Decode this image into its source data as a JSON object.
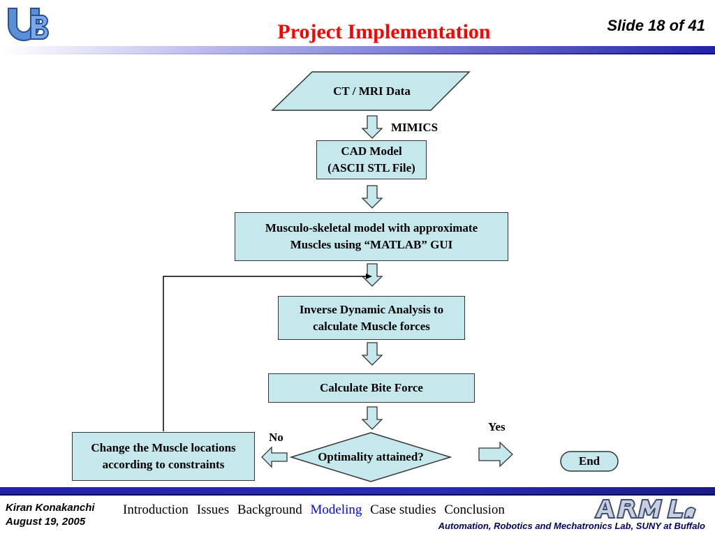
{
  "header": {
    "title": "Project Implementation",
    "slide_number": "Slide 18 of 41"
  },
  "flowchart": {
    "input": "CT / MRI Data",
    "tool_label": "MIMICS",
    "cad_model": [
      "CAD Model",
      "(ASCII STL File)"
    ],
    "musculo_model": [
      "Musculo-skeletal model with approximate",
      "Muscles using “MATLAB” GUI"
    ],
    "inverse_dynamics": [
      "Inverse Dynamic Analysis to",
      "calculate Muscle forces"
    ],
    "bite_force": "Calculate Bite Force",
    "decision": "Optimality attained?",
    "no_label": "No",
    "yes_label": "Yes",
    "change_muscles": [
      "Change the Muscle locations",
      "according to constraints"
    ],
    "end": "End"
  },
  "footer": {
    "author": "Kiran Konakanchi",
    "date": "August 19, 2005",
    "nav": [
      {
        "label": "Introduction",
        "active": false
      },
      {
        "label": "Issues",
        "active": false
      },
      {
        "label": "Background",
        "active": false
      },
      {
        "label": "Modeling",
        "active": true
      },
      {
        "label": "Case studies",
        "active": false
      },
      {
        "label": "Conclusion",
        "active": false
      }
    ],
    "lab_name": "Automation, Robotics and Mechatronics Lab, SUNY at Buffalo"
  },
  "colors": {
    "title": "#ff0000",
    "node_fill": "#c5e8ec",
    "active_nav": "#0000ff",
    "bar": "#2222aa"
  },
  "icons": {
    "logo": "ub-logo",
    "lab_logo": "arm-lab-logo"
  }
}
